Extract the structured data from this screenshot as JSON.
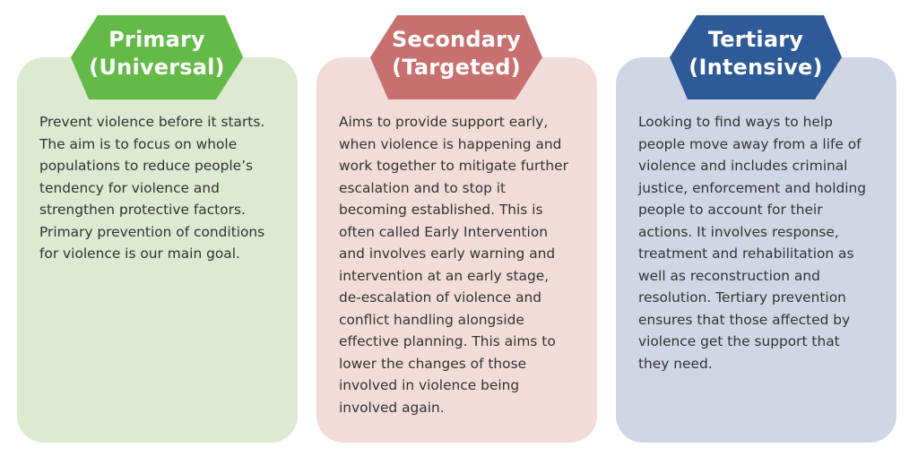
{
  "tiers": [
    {
      "title": "Primary\n(Universal)",
      "body": "Prevent violence before it starts.\nThe aim is to focus on whole\npopulations to reduce people’s\ntendency for violence and\nstrengthen protective factors.\nPrimary prevention of conditions\nfor violence is our main goal.",
      "badge_color": "#63ba46",
      "card_color": "#dde9d0"
    },
    {
      "title": "Secondary\n(Targeted)",
      "body": "Aims to provide support early,\nwhen violence is happening and\nwork together to mitigate further\nescalation and to stop it\nbecoming established. This is\noften called Early Intervention\nand involves early warning and\nintervention at an early stage,\nde-escalation of violence and\nconflict handling alongside\neffective planning. This aims to\nlower the changes of those\ninvolved in violence being\ninvolved again.",
      "badge_color": "#c7706f",
      "card_color": "#f1dcda"
    },
    {
      "title": "Tertiary\n(Intensive)",
      "body": "Looking to find ways to help\npeople move away from a life of\nviolence and includes criminal\njustice, enforcement and holding\npeople to account for their\nactions. It involves response,\ntreatment and rehabilitation as\nwell as reconstruction and\nresolution. Tertiary prevention\nensures that those affected by\nviolence get the support that\nthey need.",
      "badge_color": "#2e5a97",
      "card_color": "#d0d6e3"
    }
  ]
}
